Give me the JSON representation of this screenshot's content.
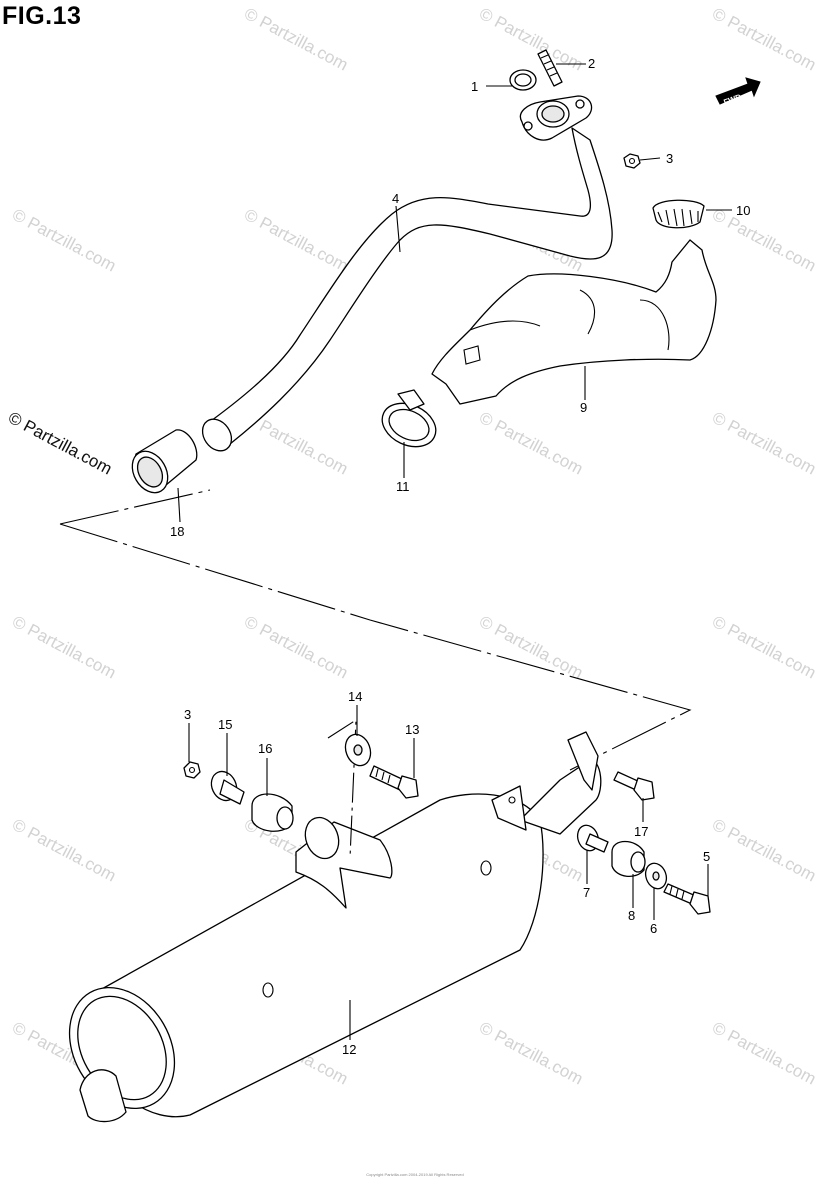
{
  "figure": {
    "title": "FIG.13"
  },
  "watermark": {
    "text": "© Partzilla.com",
    "dark_text": "© Partzilla.com"
  },
  "fwd_label": "FWD",
  "callouts": [
    {
      "id": "c1",
      "label": "1"
    },
    {
      "id": "c2",
      "label": "2"
    },
    {
      "id": "c3a",
      "label": "3"
    },
    {
      "id": "c4",
      "label": "4"
    },
    {
      "id": "c10",
      "label": "10"
    },
    {
      "id": "c9",
      "label": "9"
    },
    {
      "id": "c11",
      "label": "11"
    },
    {
      "id": "c18",
      "label": "18"
    },
    {
      "id": "c14",
      "label": "14"
    },
    {
      "id": "c3b",
      "label": "3"
    },
    {
      "id": "c15",
      "label": "15"
    },
    {
      "id": "c16",
      "label": "16"
    },
    {
      "id": "c13",
      "label": "13"
    },
    {
      "id": "c17",
      "label": "17"
    },
    {
      "id": "c5",
      "label": "5"
    },
    {
      "id": "c7",
      "label": "7"
    },
    {
      "id": "c8",
      "label": "8"
    },
    {
      "id": "c6",
      "label": "6"
    },
    {
      "id": "c12",
      "label": "12"
    }
  ],
  "copyright": "Copyright Partzilla.com 2004-2019 All Rights Reserved"
}
